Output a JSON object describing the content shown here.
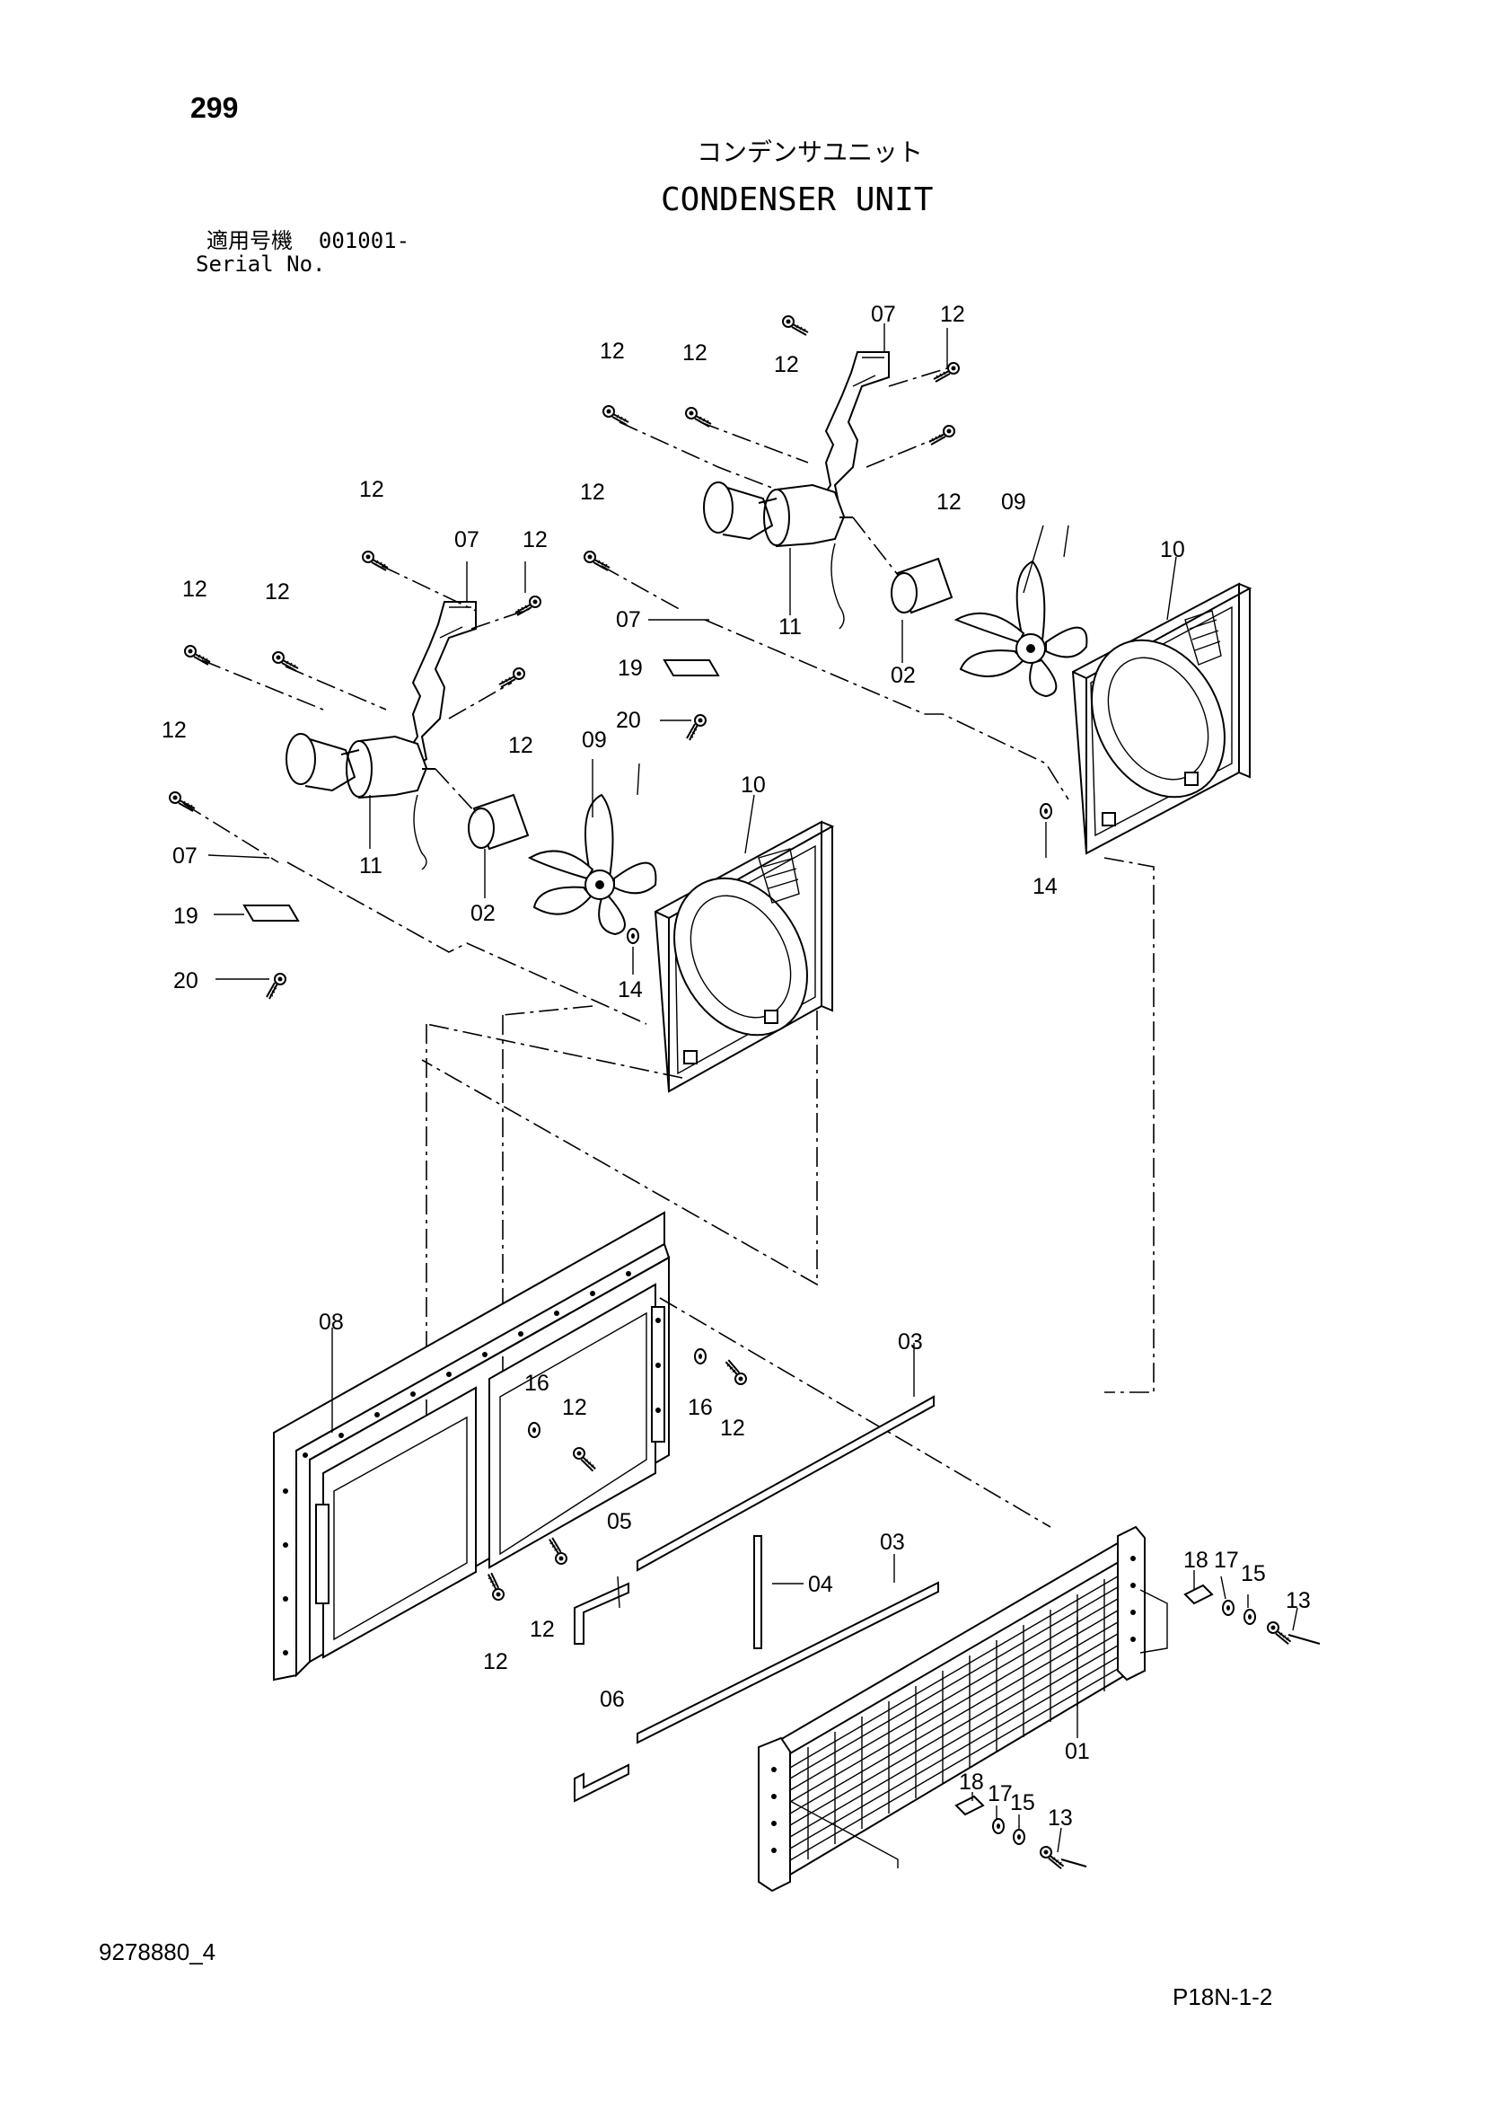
{
  "header": {
    "page_number": "299",
    "title_jp": "コンデンサユニット",
    "title_en": "CONDENSER UNIT",
    "serial_label_jp": "適用号機",
    "serial_value": "001001-",
    "serial_label_en": "Serial No."
  },
  "footer": {
    "document_code": "9278880_4",
    "sheet_code": "P18N-1-2"
  },
  "callouts": {
    "01": "01",
    "02": "02",
    "03": "03",
    "04": "04",
    "05": "05",
    "06": "06",
    "07": "07",
    "08": "08",
    "09": "09",
    "10": "10",
    "11": "11",
    "12": "12",
    "13": "13",
    "14": "14",
    "15": "15",
    "16": "16",
    "17": "17",
    "18": "18",
    "19": "19",
    "20": "20"
  }
}
